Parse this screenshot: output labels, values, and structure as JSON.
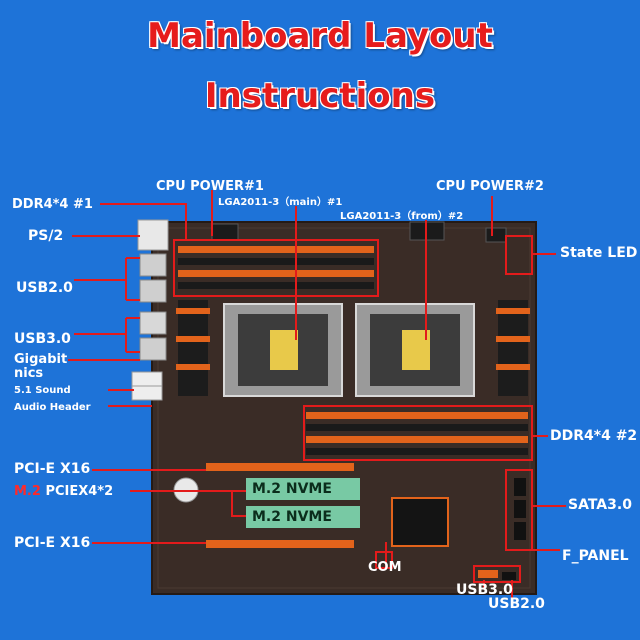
{
  "title": {
    "line1": "Mainboard Layout",
    "line2": "Instructions"
  },
  "labels": {
    "cpu_power_1": "CPU POWER#1",
    "cpu_power_2": "CPU POWER#2",
    "ddr4_1": "DDR4*4 #1",
    "lga_main": "LGA2011-3（main）#1",
    "lga_from": "LGA2011-3（from）#2",
    "ps2": "PS/2",
    "state_led": "State LED",
    "usb2": "USB2.0",
    "usb3": "USB3.0",
    "gigabit_1": "Gigabit",
    "gigabit_2": "nics",
    "sound": "5.1 Sound",
    "audio_header": "Audio Header",
    "ddr4_2": "DDR4*4 #2",
    "pcie_x16_top": "PCI-E X16",
    "m2_prefix": "M.2",
    "pciex4": " PCIEX4*2",
    "sata": "SATA3.0",
    "pcie_x16_bottom": "PCI-E X16",
    "f_panel": "F_PANEL",
    "usb3_bottom": "USB3.0",
    "usb2_bottom": "USB2.0",
    "com": "COM",
    "m2_nvme_1": "M.2 NVME",
    "m2_nvme_2": "M.2 NVME"
  },
  "colors": {
    "background": "#1e73d8",
    "title": "#e61c1c",
    "callout": "#e31b1b",
    "board": "#3a2c26",
    "slot_orange": "#e2631b"
  }
}
